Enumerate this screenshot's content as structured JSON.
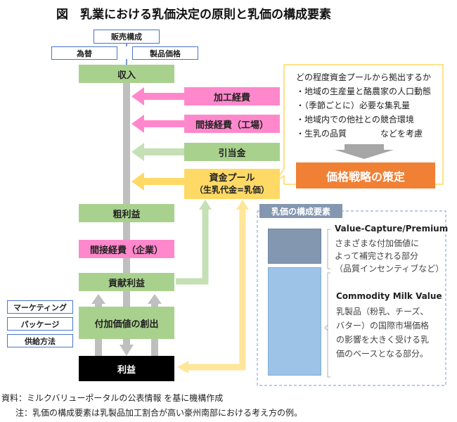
{
  "title": "図　乳業における乳価決定の原則と乳価の構成要素",
  "top_boxes": {
    "sales_structure": "販売構成",
    "exchange": "為替",
    "product_price": "製品価格"
  },
  "flow": {
    "income": "収入",
    "processing_cost": "加工経費",
    "indirect_factory": "間接経費（工場）",
    "allowance": "引当金",
    "fund_pool_line1": "資金プール",
    "fund_pool_line2": "（生乳代金=乳価）",
    "gross_profit": "粗利益",
    "indirect_company": "間接経費（企業）",
    "contribution_profit": "貢献利益",
    "value_creation": "付加価値の創出",
    "profit": "利益"
  },
  "side_boxes": {
    "marketing": "マーケティング",
    "package": "パッケージ",
    "supply": "供給方法"
  },
  "pool_callout": {
    "heading": "どの程度資金プールから拠出するか",
    "items": [
      "・地域の生産量と酪農家の人口動態",
      "・（季節ごとに）必要な集乳量",
      "・地域内での他社との競合環境",
      "・生乳の品質　　　　などを考慮"
    ],
    "strategy": "価格戦略の策定"
  },
  "components": {
    "label": "乳価の構成要素",
    "premium_title": "Value-Capture/Premium",
    "premium_lines": [
      "さまざまな付加価値に",
      "よって補完される部分",
      "（品質インセンティブなど）"
    ],
    "commodity_title": "Commodity Milk Value",
    "commodity_lines": [
      "乳製品（粉乳、チーズ、",
      "バター）の国際市場価格",
      "の影響を大きく受ける乳",
      "価のベースとなる部分。"
    ]
  },
  "footer": {
    "source": "資料：ミルクバリューポータルの公表情報 を基に機構作成",
    "note": "注：乳価の構成要素は乳製品加工割合が高い豪州南部における考え方の例。"
  },
  "colors": {
    "green": "#a9d18e",
    "pink": "#ff88cc",
    "yellow": "#ffd966",
    "orange": "#f08034",
    "blue_outline": "#4a74c9",
    "premium_bar": "#8497b0",
    "commodity_bar": "#9dc3e6"
  }
}
